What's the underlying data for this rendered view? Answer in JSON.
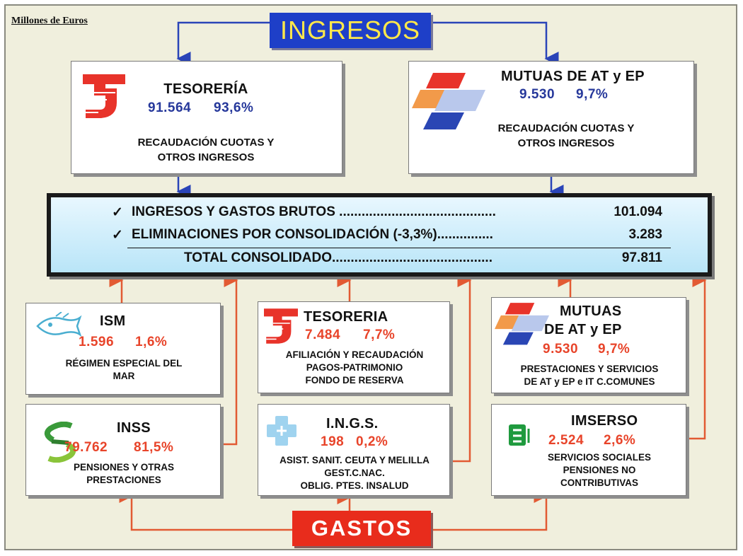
{
  "units_label": "Millones de Euros",
  "income_title": "INGRESOS",
  "expense_title": "GASTOS",
  "income_sources": [
    {
      "name": "TESORERÍA",
      "amount": "91.564",
      "share": "93,6%",
      "description": [
        "RECAUDACIÓN CUOTAS Y",
        "OTROS INGRESOS"
      ],
      "logo": "tesoreria-logo"
    },
    {
      "name": "MUTUAS DE AT y EP",
      "amount": "9.530",
      "share": "9,7%",
      "description": [
        "RECAUDACIÓN CUOTAS Y",
        "OTROS INGRESOS"
      ],
      "logo": "mutuas-logo"
    }
  ],
  "consolidation": {
    "rows": [
      {
        "check": "✓",
        "label": "INGRESOS Y GASTOS BRUTOS ..........................................",
        "value": "101.094"
      },
      {
        "check": "✓",
        "label": "ELIMINACIONES POR CONSOLIDACIÓN (-3,3%)...............",
        "value": "3.283"
      }
    ],
    "total_label": "TOTAL CONSOLIDADO...........................................",
    "total_value": "97.811"
  },
  "expense_entities": [
    {
      "name": "ISM",
      "amount": "1.596",
      "share": "1,6%",
      "description": [
        "RÉGIMEN ESPECIAL DEL",
        "MAR"
      ],
      "logo": "ism-logo"
    },
    {
      "name": "TESORERIA",
      "amount": "7.484",
      "share": "7,7%",
      "description": [
        "AFILIACIÓN Y RECAUDACIÓN",
        "PAGOS-PATRIMONIO",
        "FONDO DE RESERVA"
      ],
      "logo": "tesoreria-logo"
    },
    {
      "name": "MUTUAS",
      "name2": "DE AT y EP",
      "amount": "9.530",
      "share": "9,7%",
      "description": [
        "PRESTACIONES Y SERVICIOS",
        "DE AT y EP e IT C.COMUNES"
      ],
      "logo": "mutuas-logo"
    },
    {
      "name": "INSS",
      "amount": "79.762",
      "share": "81,5%",
      "description": [
        "PENSIONES Y OTRAS",
        "PRESTACIONES"
      ],
      "logo": "inss-logo"
    },
    {
      "name": "I.N.G.S.",
      "amount": "198",
      "share": "0,2%",
      "description": [
        "ASIST. SANIT. CEUTA Y MELILLA",
        "GEST.C.NAC.",
        "OBLIG. PTES. INSALUD"
      ],
      "logo": "ingesa-logo"
    },
    {
      "name": "IMSERSO",
      "amount": "2.524",
      "share": "2,6%",
      "description": [
        "SERVICIOS SOCIALES",
        "PENSIONES NO",
        "CONTRIBUTIVAS"
      ],
      "logo": "imserso-logo"
    }
  ],
  "colors": {
    "income": "#26389b",
    "expense": "#e8442a",
    "income_title_bg": "#1e3fc8",
    "expense_title_bg": "#e82c1c"
  }
}
